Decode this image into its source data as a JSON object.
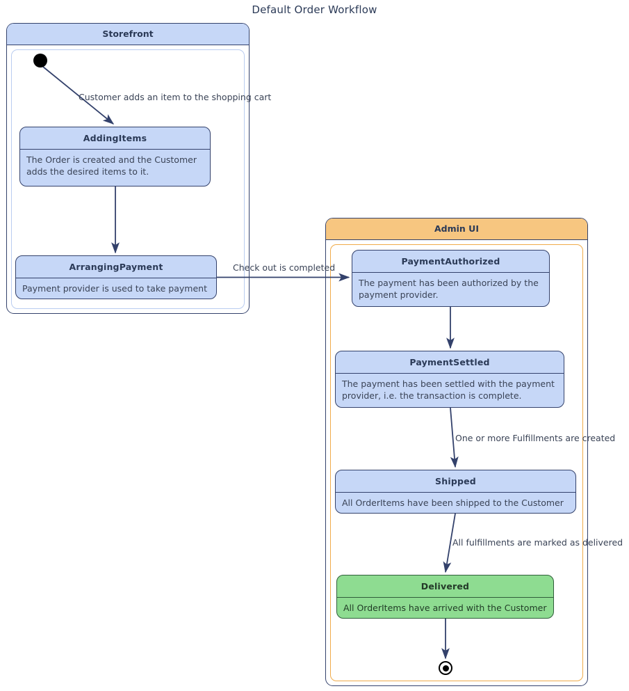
{
  "title": "Default Order Workflow",
  "colors": {
    "state_fill": "#c6d7f7",
    "state_border": "#33416b",
    "final_state_fill": "#8edc91",
    "storefront_header": "#c6d7f7",
    "adminui_header": "#f7c680",
    "text": "#2b3a57",
    "arrow": "#33416b"
  },
  "containers": [
    {
      "id": "storefront",
      "label": "Storefront"
    },
    {
      "id": "adminui",
      "label": "Admin UI"
    }
  ],
  "states": [
    {
      "id": "addingitems",
      "name": "AddingItems",
      "description": "The Order is created and the Customer adds the desired items to it.",
      "container": "Storefront",
      "kind": "normal"
    },
    {
      "id": "arrangingpayment",
      "name": "ArrangingPayment",
      "description": "Payment provider is used to take payment",
      "container": "Storefront",
      "kind": "normal"
    },
    {
      "id": "paymentauthorized",
      "name": "PaymentAuthorized",
      "description": "The payment has been authorized by the payment provider.",
      "container": "Admin UI",
      "kind": "normal"
    },
    {
      "id": "paymentsettled",
      "name": "PaymentSettled",
      "description": "The payment has been settled with the payment provider, i.e. the transaction is complete.",
      "container": "Admin UI",
      "kind": "normal"
    },
    {
      "id": "shipped",
      "name": "Shipped",
      "description": "All OrderItems have been shipped to the Customer",
      "container": "Admin UI",
      "kind": "normal"
    },
    {
      "id": "delivered",
      "name": "Delivered",
      "description": "All OrderItems have arrived with the Customer",
      "container": "Admin UI",
      "kind": "final"
    }
  ],
  "transitions": [
    {
      "id": "t1",
      "from": "start",
      "to": "AddingItems",
      "label": "Customer adds an item to the shopping cart"
    },
    {
      "id": "t2",
      "from": "AddingItems",
      "to": "ArrangingPayment",
      "label": ""
    },
    {
      "id": "t3",
      "from": "ArrangingPayment",
      "to": "PaymentAuthorized",
      "label": "Check out is completed"
    },
    {
      "id": "t4",
      "from": "PaymentAuthorized",
      "to": "PaymentSettled",
      "label": ""
    },
    {
      "id": "t5",
      "from": "PaymentSettled",
      "to": "Shipped",
      "label": "One or more Fulfillments are created"
    },
    {
      "id": "t6",
      "from": "Shipped",
      "to": "Delivered",
      "label": "All fulfillments are marked as delivered"
    },
    {
      "id": "t7",
      "from": "Delivered",
      "to": "end",
      "label": ""
    }
  ],
  "nodes": {
    "start": "initial-state-node",
    "end": "final-state-node"
  }
}
